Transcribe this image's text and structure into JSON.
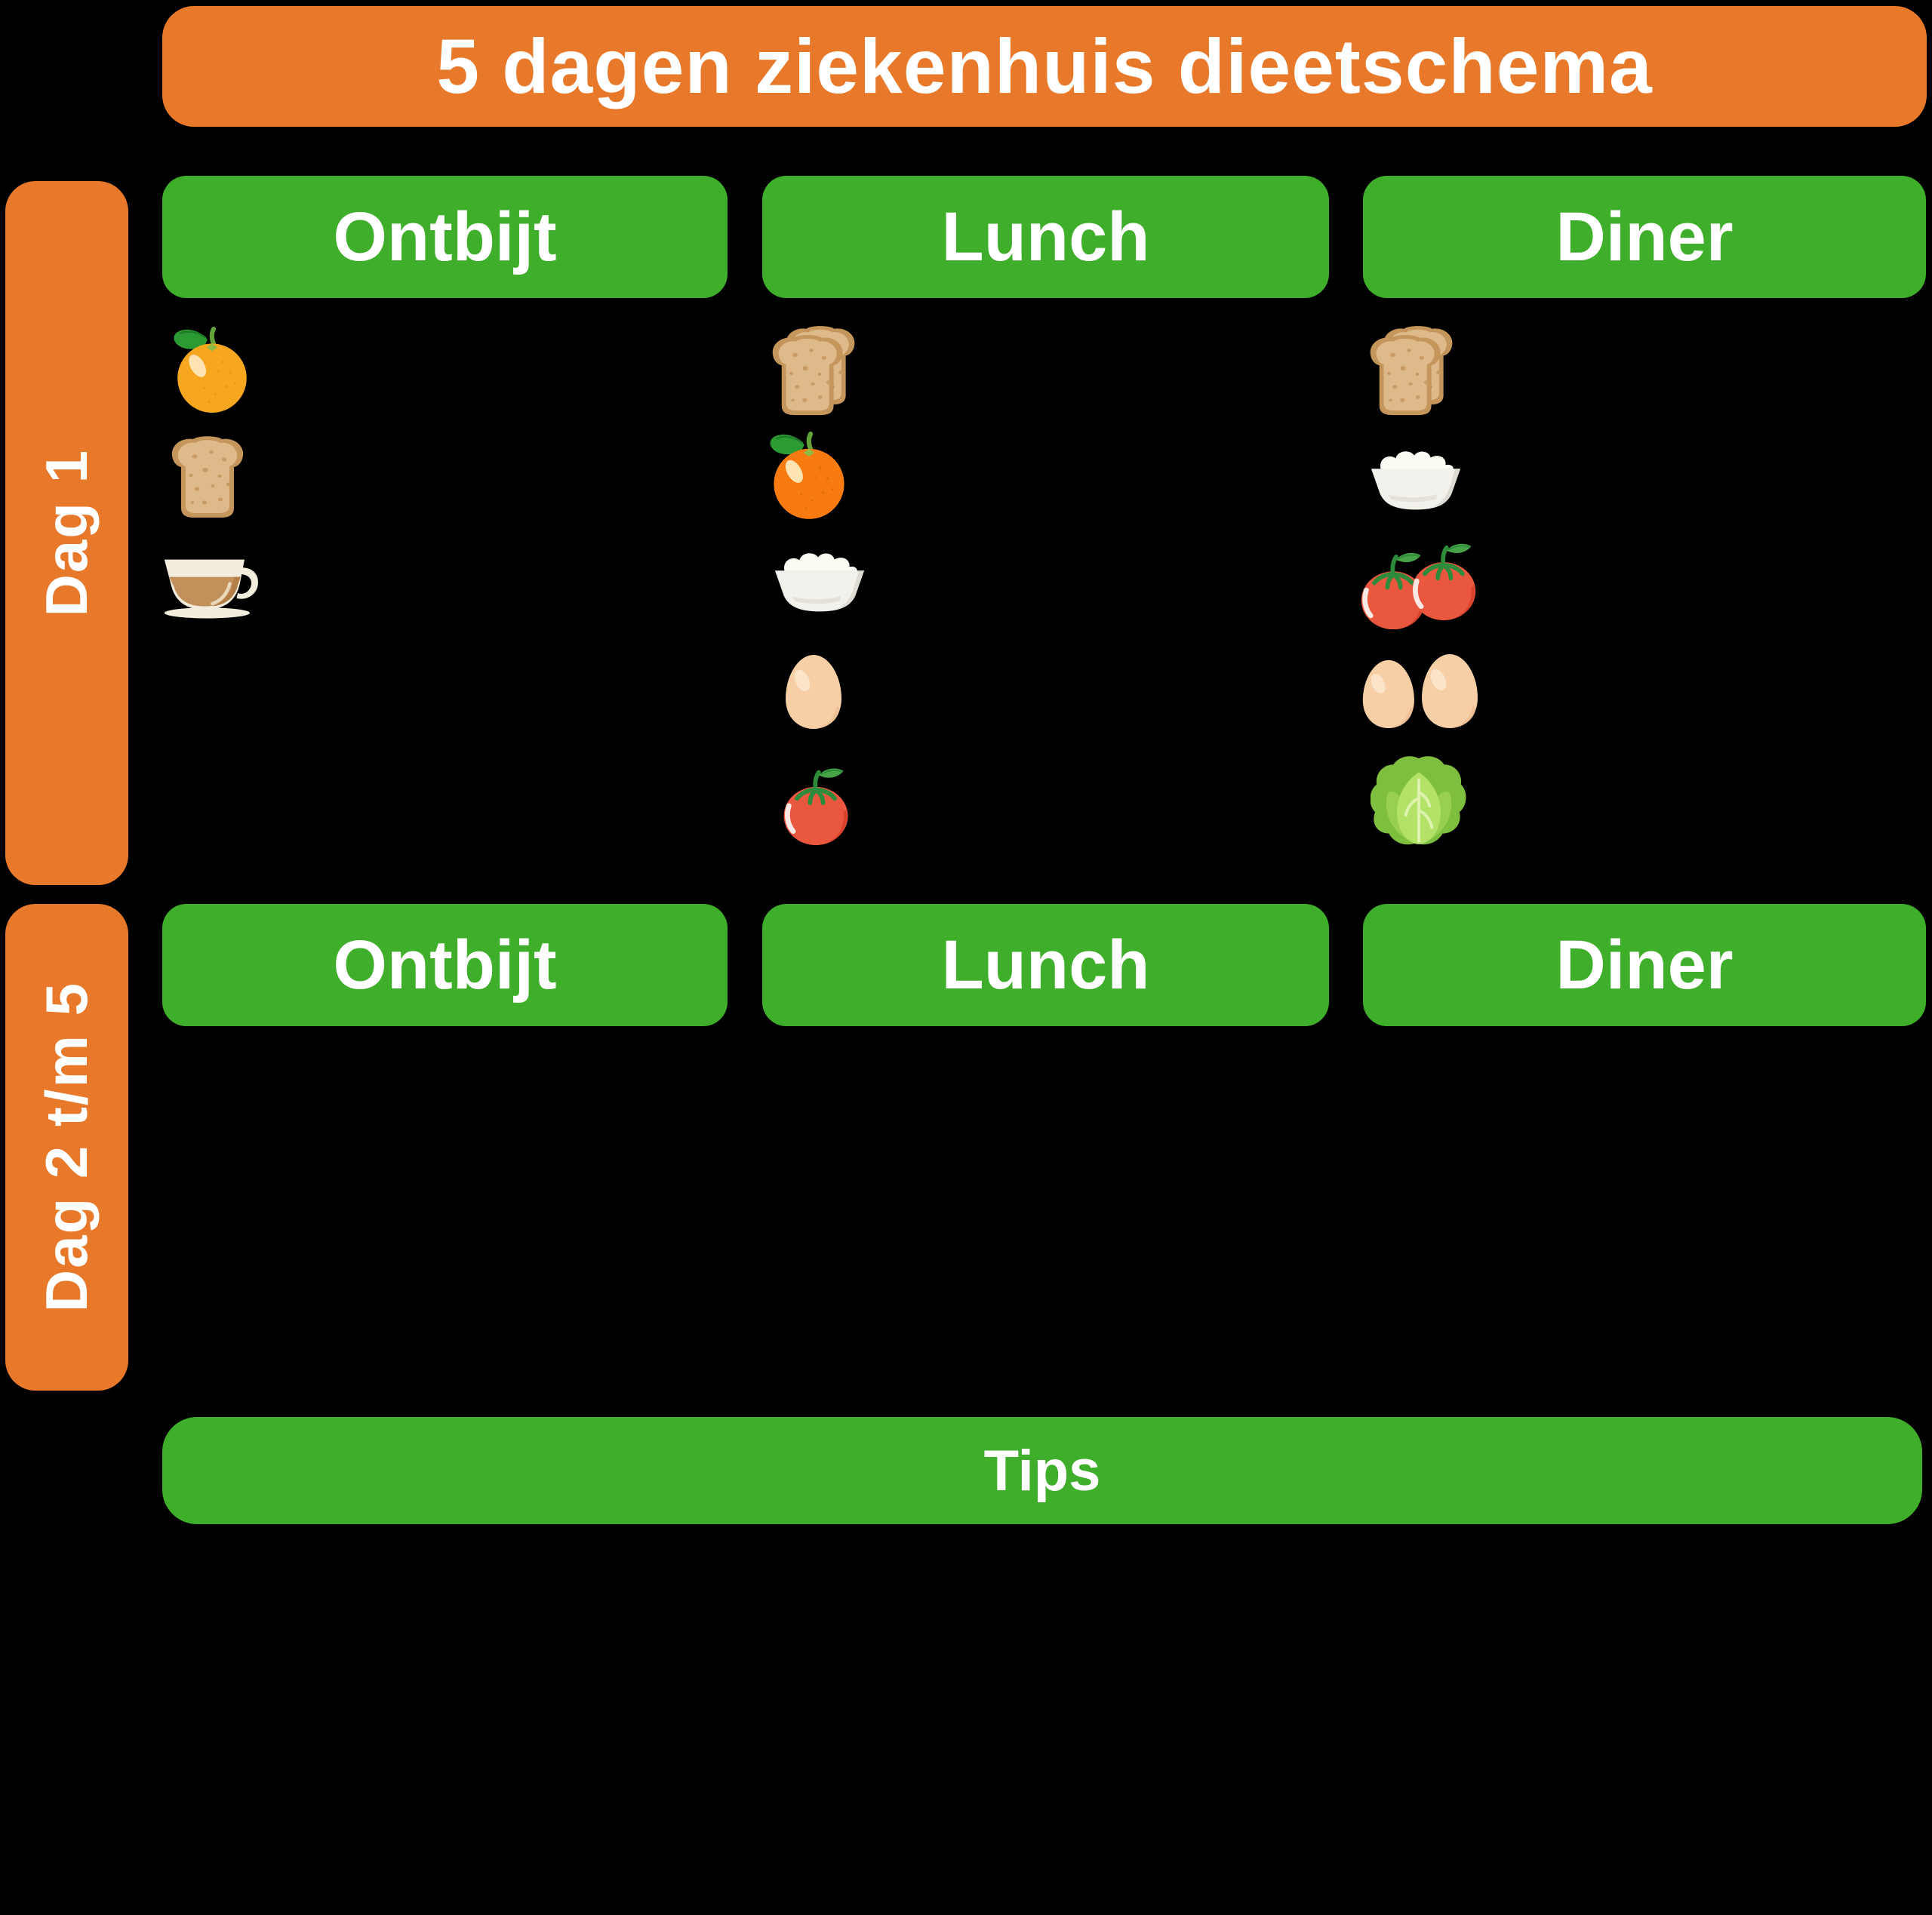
{
  "title": "5 dagen ziekenhuis dieetschema",
  "tips_label": "Tips",
  "colors": {
    "orange": "#E8792A",
    "green": "#3FAE2A",
    "text": "#FFFFFF",
    "background": "#000000"
  },
  "rows": [
    {
      "day_label": "Dag 1",
      "columns": [
        {
          "header": "Ontbijt",
          "items": [
            "orange-icon",
            "bread-slice-icon",
            "teacup-icon"
          ]
        },
        {
          "header": "Lunch",
          "items": [
            "bread-slices-icon",
            "orange-dark-icon",
            "quark-bowl-icon",
            "egg-icon",
            "tomato-icon"
          ]
        },
        {
          "header": "Diner",
          "items": [
            "bread-slices-icon",
            "quark-bowl-icon",
            "tomatoes-icon",
            "eggs-icon",
            "lettuce-icon"
          ]
        }
      ]
    },
    {
      "day_label": "Dag 2 t/m 5",
      "columns": [
        {
          "header": "Ontbijt",
          "items": []
        },
        {
          "header": "Lunch",
          "items": []
        },
        {
          "header": "Diner",
          "items": []
        }
      ]
    }
  ]
}
